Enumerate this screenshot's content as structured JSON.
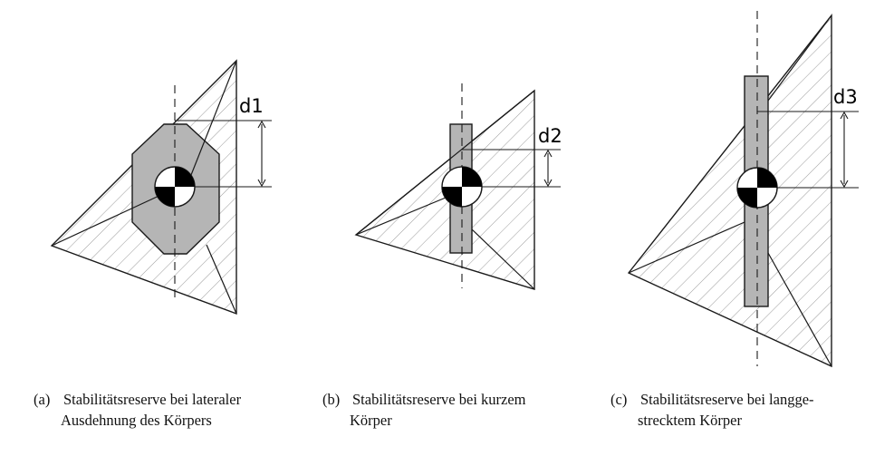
{
  "panels": [
    {
      "id": "a",
      "dimension_label": "d1"
    },
    {
      "id": "b",
      "dimension_label": "d2"
    },
    {
      "id": "c",
      "dimension_label": "d3"
    }
  ],
  "captions": {
    "a": {
      "tag": "(a)",
      "line1": "Stabilitätsreserve bei lateraler",
      "line2": "Ausdehnung des Körpers"
    },
    "b": {
      "tag": "(b)",
      "line1": "Stabilitätsreserve bei kurzem",
      "line2": "Körper"
    },
    "c": {
      "tag": "(c)",
      "line1": "Stabilitätsreserve bei langge-",
      "line2": "strecktem Körper"
    }
  },
  "colors": {
    "body_fill": "#b5b5b5",
    "hatch": "#9a9a9a",
    "line": "#1a1a1a"
  }
}
